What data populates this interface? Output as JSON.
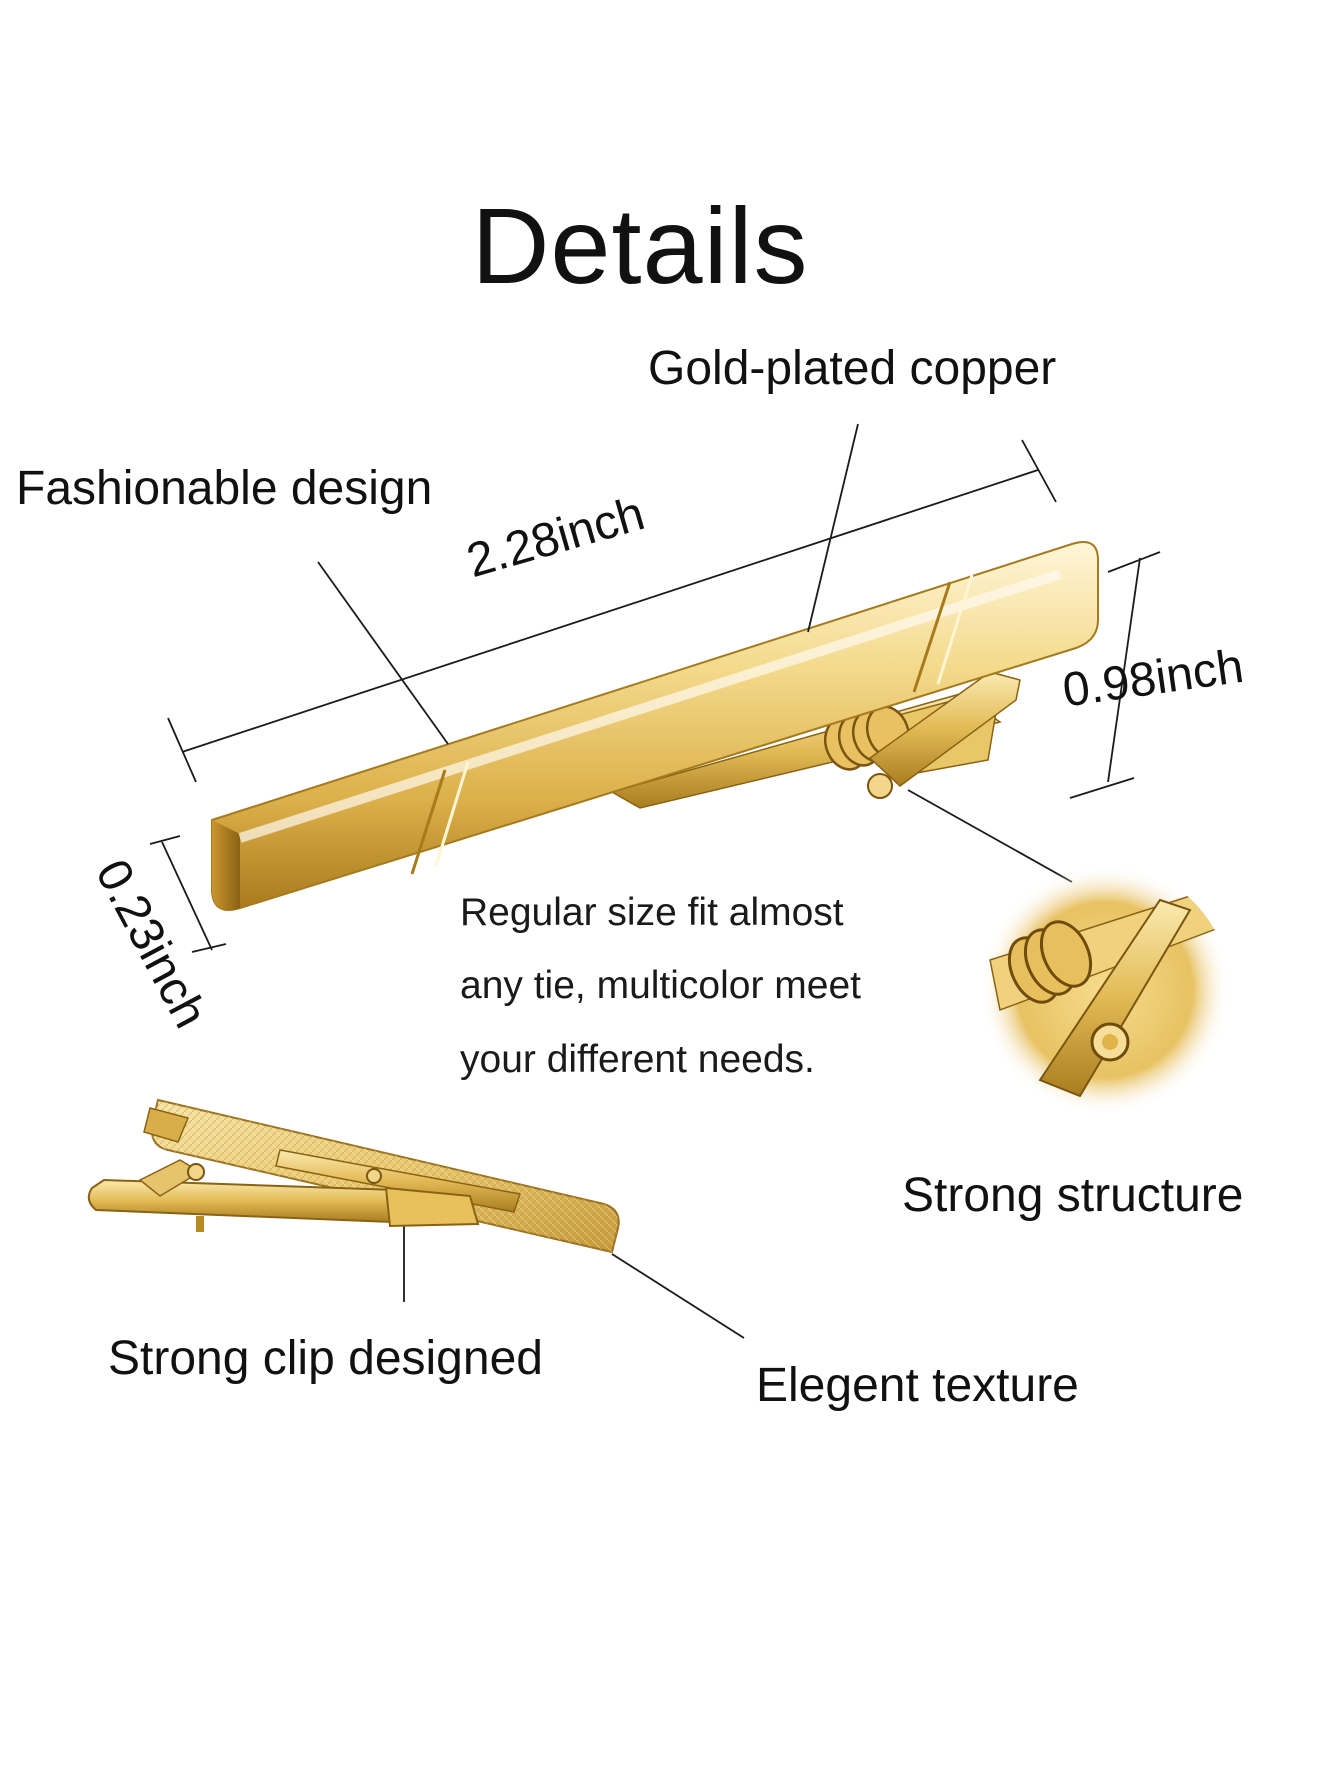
{
  "title": "Details",
  "callouts": {
    "material": "Gold-plated copper",
    "design": "Fashionable design",
    "structure": "Strong structure",
    "clip": "Strong clip designed",
    "texture": "Elegent texture"
  },
  "dimensions": {
    "length": "2.28inch",
    "height": "0.98inch",
    "width": "0.23inch"
  },
  "description": [
    "Regular size fit almost",
    "any tie, multicolor meet",
    "your different needs."
  ],
  "colors": {
    "gold_light": "#fbf0c8",
    "gold_mid": "#e6c15c",
    "gold_dark": "#b88a24",
    "gold_shadow": "#8a6214",
    "text": "#111111",
    "line": "#1a1a1a"
  }
}
